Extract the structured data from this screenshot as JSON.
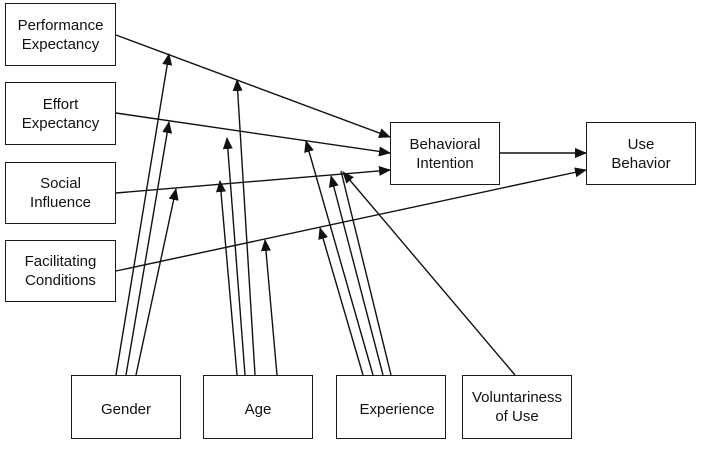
{
  "diagram": {
    "title": "UTAUT model",
    "constructs": [
      {
        "id": "pe",
        "label": "Performance\nExpectancy"
      },
      {
        "id": "ee",
        "label": "Effort\nExpectancy"
      },
      {
        "id": "si",
        "label": "Social\nInfluence"
      },
      {
        "id": "fc",
        "label": "Facilitating\nConditions"
      },
      {
        "id": "bi",
        "label": "Behavioral\nIntention"
      },
      {
        "id": "ub",
        "label": "Use\nBehavior"
      }
    ],
    "moderators": [
      {
        "id": "gender",
        "label": "Gender"
      },
      {
        "id": "age",
        "label": "Age"
      },
      {
        "id": "experience",
        "label": "Experience"
      },
      {
        "id": "voluntariness",
        "label": "Voluntariness\nof Use"
      }
    ],
    "paths": [
      {
        "from": "pe",
        "to": "bi"
      },
      {
        "from": "ee",
        "to": "bi"
      },
      {
        "from": "si",
        "to": "bi"
      },
      {
        "from": "fc",
        "to": "ub"
      },
      {
        "from": "bi",
        "to": "ub"
      }
    ],
    "moderations": [
      {
        "from": "gender",
        "on": "pe->bi"
      },
      {
        "from": "gender",
        "on": "ee->bi"
      },
      {
        "from": "gender",
        "on": "si->bi"
      },
      {
        "from": "age",
        "on": "pe->bi"
      },
      {
        "from": "age",
        "on": "ee->bi"
      },
      {
        "from": "age",
        "on": "si->bi"
      },
      {
        "from": "age",
        "on": "fc->ub"
      },
      {
        "from": "experience",
        "on": "ee->bi"
      },
      {
        "from": "experience",
        "on": "si->bi"
      },
      {
        "from": "experience",
        "on": "fc->ub"
      },
      {
        "from": "voluntariness",
        "on": "si->bi"
      }
    ]
  }
}
